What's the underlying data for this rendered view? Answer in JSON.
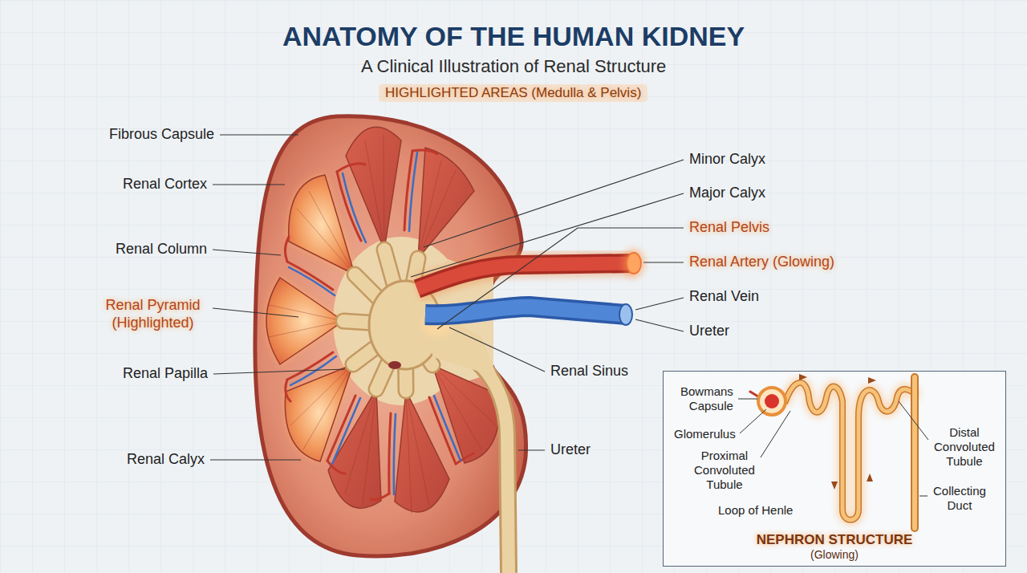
{
  "diagram": {
    "title": "ANATOMY OF THE HUMAN KIDNEY",
    "nodes": [
      {
        "text": [
          "NEPHRON STRUCTURE",
          "(Glowing)"
        ]
      }
    ],
    "labels": [
      "A Clinical Illustration of Renal Structure",
      "HIGHLIGHTED AREAS (Medulla & Pelvis)",
      "Fibrous Capsule",
      "Renal Cortex",
      "Renal Column",
      "Renal Pyramid (Highlighted)",
      "Renal Papilla",
      "Renal Calyx",
      "Minor Calyx",
      "Major Calyx",
      "Renal Pelvis",
      "Renal Artery (Glowing)",
      "Renal Vein",
      "Ureter",
      "Renal Sinus",
      "Ureter",
      "Bowmans Capsule",
      "Glomerulus",
      "Proximal Convoluted Tubule",
      "Loop of Henle",
      "Distal Convoluted Tubule",
      "Collecting Duct"
    ]
  }
}
